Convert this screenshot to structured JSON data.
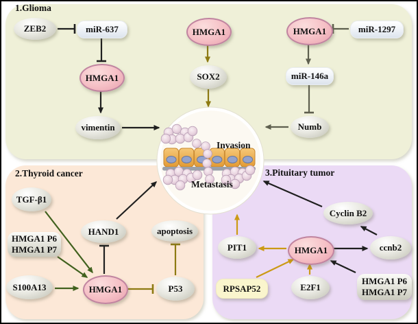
{
  "figure": {
    "sections": [
      {
        "id": "glioma",
        "title": "1.Glioma",
        "panel_color": "#eff0d8"
      },
      {
        "id": "thyroid",
        "title": "2.Thyroid cancer",
        "panel_color": "#fce8d7"
      },
      {
        "id": "pituitary",
        "title": "3.Pituitary tumor",
        "panel_color": "#ebdaf5"
      }
    ],
    "center": {
      "invasion_label": "Invasion",
      "metastasis_label": "Metastasis"
    },
    "nodes": {
      "zeb2": "ZEB2",
      "mir637": "miR-637",
      "hmga1_glioma": "HMGA1",
      "vimentin": "vimentin",
      "hmga1_sox2": "HMGA1",
      "sox2": "SOX2",
      "hmga1_mir": "HMGA1",
      "mir1297": "miR-1297",
      "mir146a": "miR-146a",
      "numb": "Numb",
      "tgfb1": "TGF-β1",
      "hmga1_p6_thyroid": "HMGA1 P6",
      "hmga1_p7_thyroid": "HMGA1 P7",
      "s100a13": "S100A13",
      "hand1": "HAND1",
      "hmga1_thyroid": "HMGA1",
      "apoptosis": "apoptosis",
      "p53": "P53",
      "pit1": "PIT1",
      "hmga1_pituitary": "HMGA1",
      "cyclinb2": "Cyclin B2",
      "ccnb2": "ccnb2",
      "rpsap52": "RPSAP52",
      "e2f1": "E2F1",
      "hmga1_p6_pituitary": "HMGA1 P6",
      "hmga1_p7_pituitary": "HMGA1 P7"
    },
    "relations": [
      {
        "section": "glioma",
        "from": "ZEB2",
        "to": "miR-637",
        "effect": "inhibits"
      },
      {
        "section": "glioma",
        "from": "miR-637",
        "to": "HMGA1",
        "effect": "inhibits"
      },
      {
        "section": "glioma",
        "from": "HMGA1",
        "to": "vimentin",
        "effect": "activates"
      },
      {
        "section": "glioma",
        "from": "vimentin",
        "to": "invasion-metastasis",
        "effect": "activates"
      },
      {
        "section": "glioma",
        "from": "HMGA1",
        "to": "SOX2",
        "effect": "activates"
      },
      {
        "section": "glioma",
        "from": "SOX2",
        "to": "invasion-metastasis",
        "effect": "activates"
      },
      {
        "section": "glioma",
        "from": "miR-1297",
        "to": "HMGA1",
        "effect": "inhibits"
      },
      {
        "section": "glioma",
        "from": "HMGA1",
        "to": "miR-146a",
        "effect": "activates"
      },
      {
        "section": "glioma",
        "from": "miR-146a",
        "to": "Numb",
        "effect": "inhibits"
      },
      {
        "section": "glioma",
        "from": "Numb",
        "to": "invasion-metastasis",
        "effect": "activates"
      },
      {
        "section": "thyroid",
        "from": "TGF-β1",
        "to": "HMGA1",
        "effect": "activates"
      },
      {
        "section": "thyroid",
        "from": "HMGA1 P6/HMGA1 P7",
        "to": "HMGA1",
        "effect": "activates"
      },
      {
        "section": "thyroid",
        "from": "S100A13",
        "to": "HMGA1",
        "effect": "activates"
      },
      {
        "section": "thyroid",
        "from": "HMGA1",
        "to": "HAND1",
        "effect": "inhibits"
      },
      {
        "section": "thyroid",
        "from": "HAND1",
        "to": "invasion-metastasis",
        "effect": "activates"
      },
      {
        "section": "thyroid",
        "from": "HMGA1",
        "to": "P53",
        "effect": "inhibits"
      },
      {
        "section": "thyroid",
        "from": "P53",
        "to": "apoptosis",
        "effect": "inhibits"
      },
      {
        "section": "pituitary",
        "from": "PIT1",
        "to": "invasion-metastasis",
        "effect": "activates"
      },
      {
        "section": "pituitary",
        "from": "HMGA1",
        "to": "PIT1",
        "effect": "activates"
      },
      {
        "section": "pituitary",
        "from": "RPSAP52",
        "to": "HMGA1",
        "effect": "activates"
      },
      {
        "section": "pituitary",
        "from": "E2F1",
        "to": "HMGA1",
        "effect": "activates"
      },
      {
        "section": "pituitary",
        "from": "HMGA1 P6/HMGA1 P7",
        "to": "HMGA1",
        "effect": "activates"
      },
      {
        "section": "pituitary",
        "from": "HMGA1",
        "to": "ccnb2",
        "effect": "activates"
      },
      {
        "section": "pituitary",
        "from": "ccnb2",
        "to": "Cyclin B2",
        "effect": "activates"
      },
      {
        "section": "pituitary",
        "from": "Cyclin B2",
        "to": "invasion-metastasis",
        "effect": "activates"
      }
    ],
    "colors": {
      "hmga1_node_fill": "#f5bfc5",
      "gray_node_fill": "#d9d9cd",
      "mir_box_fill": "#e0e7f0",
      "rpsap52_box_fill": "#faf5cd",
      "arrow_black": "#1f1f1f",
      "arrow_olive": "#8d7a12",
      "arrow_gray_olive": "#5e5f4e",
      "arrow_green": "#41611e",
      "arrow_gold": "#cb9a15",
      "epithelial_cell": "#e9a94f",
      "nucleus": "#93a2cc",
      "basement_membrane": "#9aa0a9",
      "tumor_cell": "#ecd9e3"
    }
  }
}
